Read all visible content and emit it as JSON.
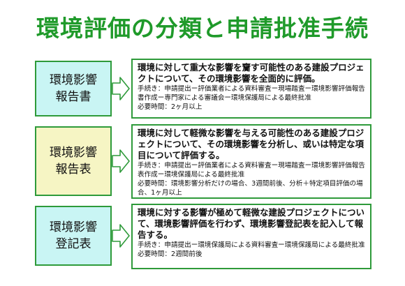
{
  "title": "環境評価の分類と申請批准手続",
  "categories": [
    {
      "label": "環境影響\n報告書",
      "description": "環境に対して重大な影響を齎す可能性のある建設プロジェクトについて、その環境影響を全面的に評価。",
      "details": "手続き：申請提出ー評価業者による資料審査ー現場踏査ー環境影響評価報告書作成ー専門家による審議会ー環境保護局による最終批准\n必要時間：2ヶ月以上"
    },
    {
      "label": "環境影響\n報告表",
      "description": "環境に対して軽微な影響を与える可能性のある建設プロジェクトについて、その環境影響を分析し、或いは特定な項目について評価する。",
      "details": "手続き：申請提出ー評価業者による資料審査ー現場踏査ー環境影響評価報告表作成ー環境保護局による最終批准\n必要時間：環境影響分析だけの場合、3週間前後、分析＋特定項目評価の場合、1ヶ月以上"
    },
    {
      "label": "環境影響\n登記表",
      "description": "環境に対する影響が極めて軽微な建設プロジェクトについて、環境影響評価を行わず、環境影響登記表を記入して報告する。",
      "details": "手続き：申請提出ー環境保護局による資料審査ー環境保護局による最終批准\n必要時間：2週間前後"
    }
  ],
  "colors": {
    "title": "#1f9a2a",
    "border": "#2e9a3a",
    "label_bg_cyan": "#c9f5f4",
    "label_bg_yellow": "#f6f5c4"
  },
  "icons": [
    "right-arrow-icon"
  ]
}
